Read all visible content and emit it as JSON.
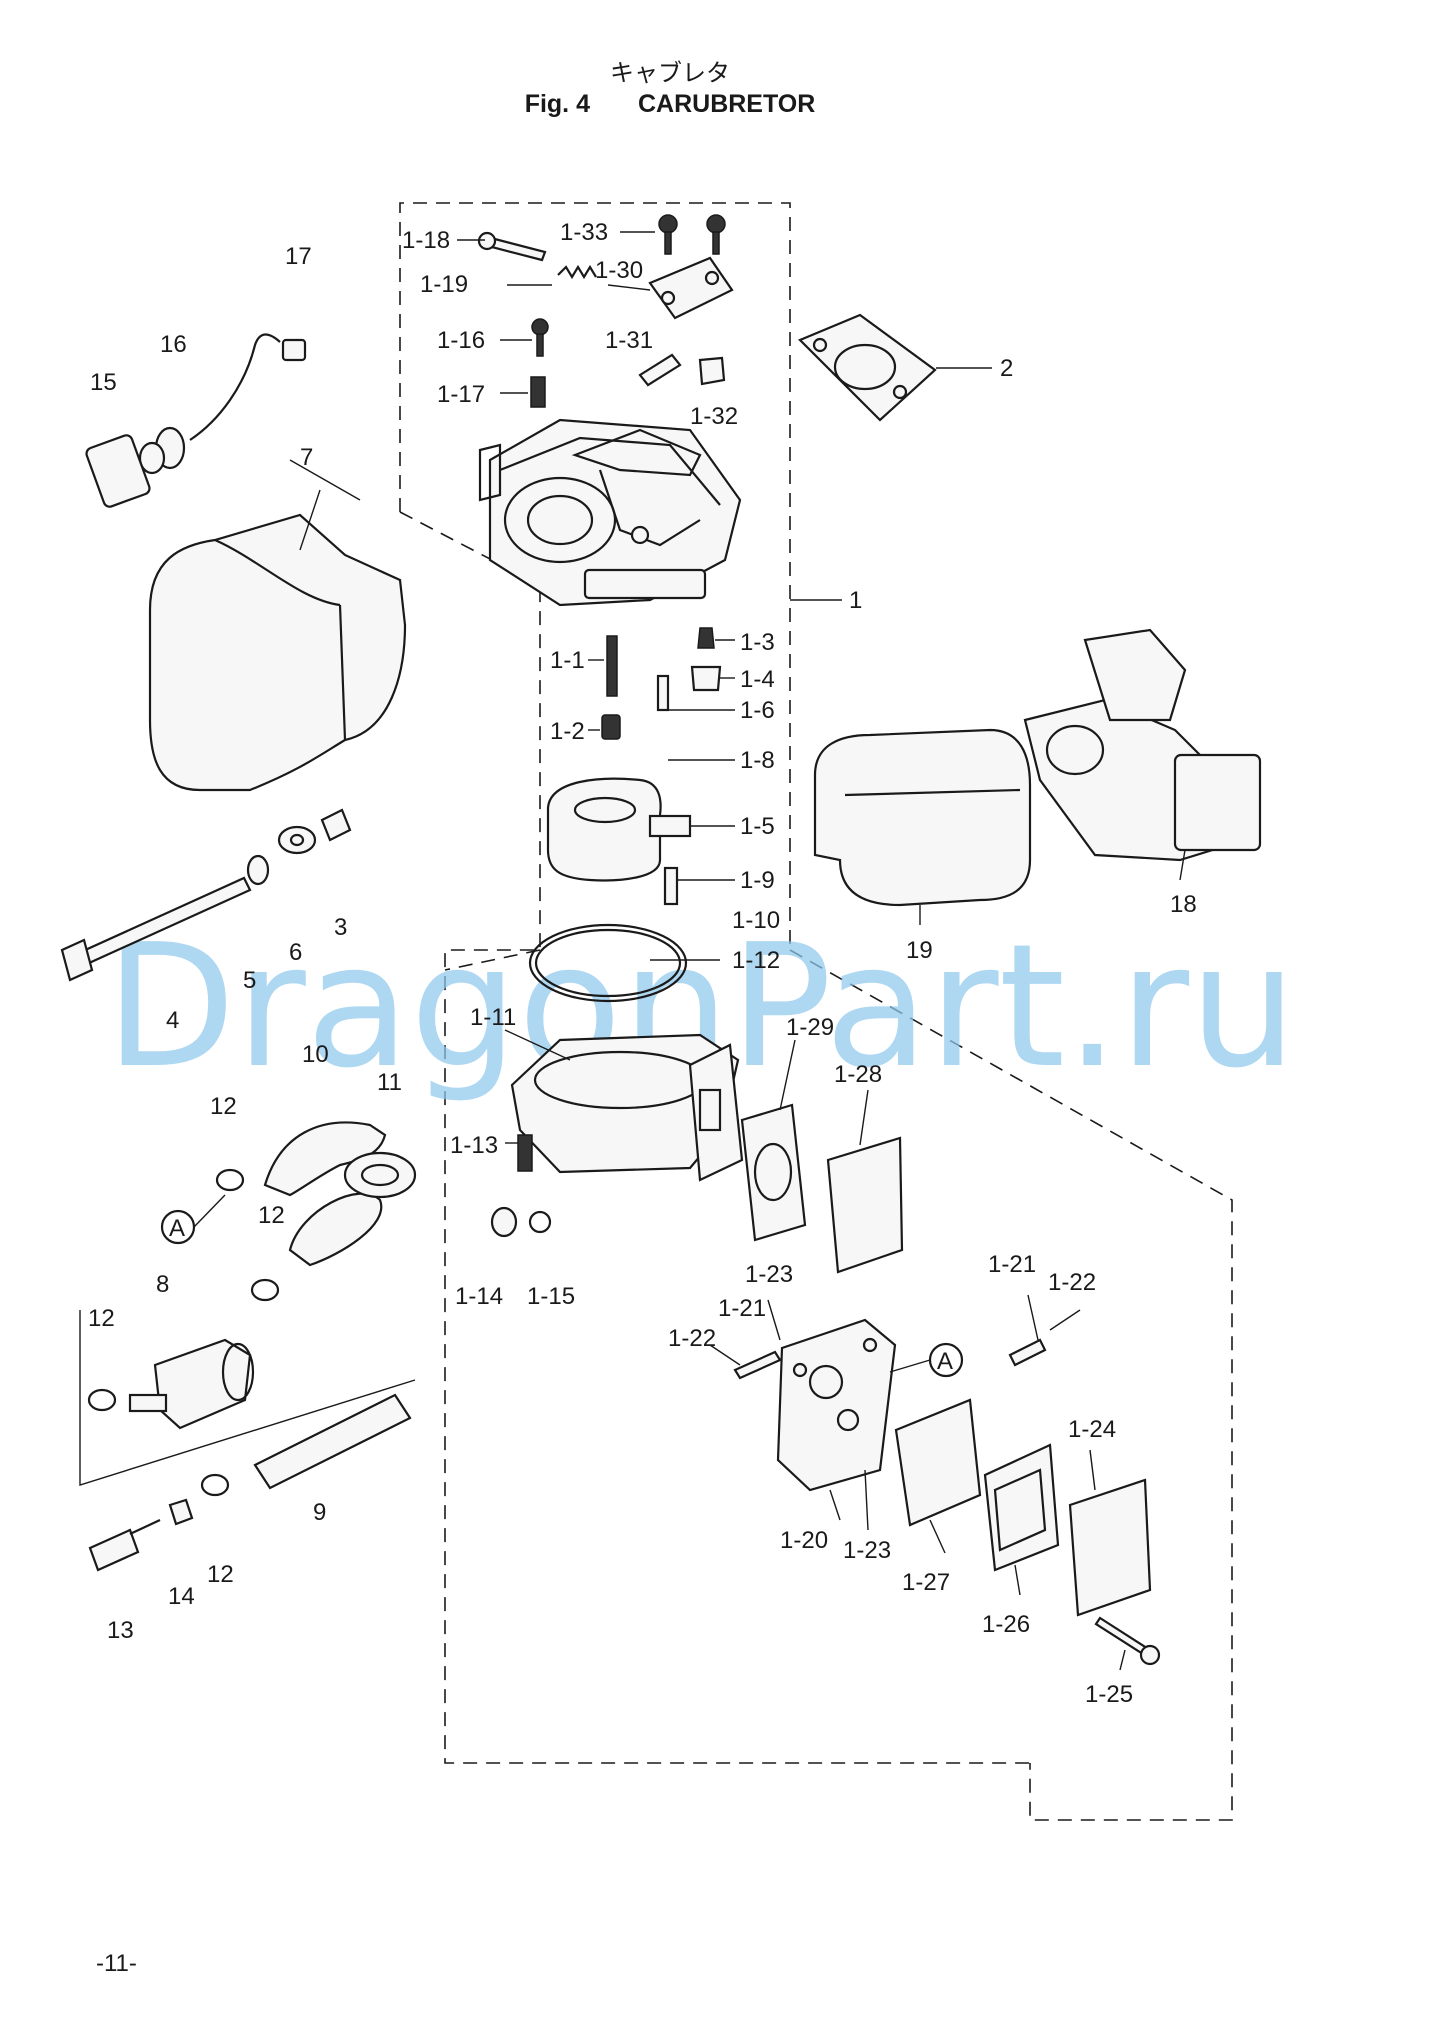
{
  "header": {
    "title_jp": "キャブレタ",
    "figure": "Fig. 4",
    "title_en": "CARUBRETOR"
  },
  "watermark": "DragonPart.ru",
  "page_number": "-11-",
  "callouts": {
    "c1_18": "1-18",
    "c1_33": "1-33",
    "c1_19": "1-19",
    "c1_30": "1-30",
    "c1_16": "1-16",
    "c1_31": "1-31",
    "c1_17": "1-17",
    "c1_32": "1-32",
    "c2": "2",
    "c17": "17",
    "c16": "16",
    "c15": "15",
    "c7": "7",
    "c1": "1",
    "c1_3": "1-3",
    "c1_1": "1-1",
    "c1_4": "1-4",
    "c1_6": "1-6",
    "c1_2": "1-2",
    "c1_8": "1-8",
    "c1_5": "1-5",
    "c1_9": "1-9",
    "c1_10": "1-10",
    "c1_12": "1-12",
    "c3": "3",
    "c5": "5",
    "c6": "6",
    "c4": "4",
    "c18": "18",
    "c19": "19",
    "c1_11": "1-11",
    "c1_29": "1-29",
    "c1_28": "1-28",
    "c10": "10",
    "c11": "11",
    "c12a": "12",
    "c12b": "12",
    "c12c": "12",
    "c12d": "12",
    "c1_13": "1-13",
    "cA1": "A",
    "cA2": "A",
    "c8": "8",
    "c1_14": "1-14",
    "c1_15": "1-15",
    "c1_23a": "1-23",
    "c1_21a": "1-21",
    "c1_22a": "1-22",
    "c1_21b": "1-21",
    "c1_22b": "1-22",
    "c1_24": "1-24",
    "c9": "9",
    "c14": "14",
    "c13": "13",
    "c1_20": "1-20",
    "c1_23b": "1-23",
    "c1_27": "1-27",
    "c1_26": "1-26",
    "c1_25": "1-25"
  }
}
